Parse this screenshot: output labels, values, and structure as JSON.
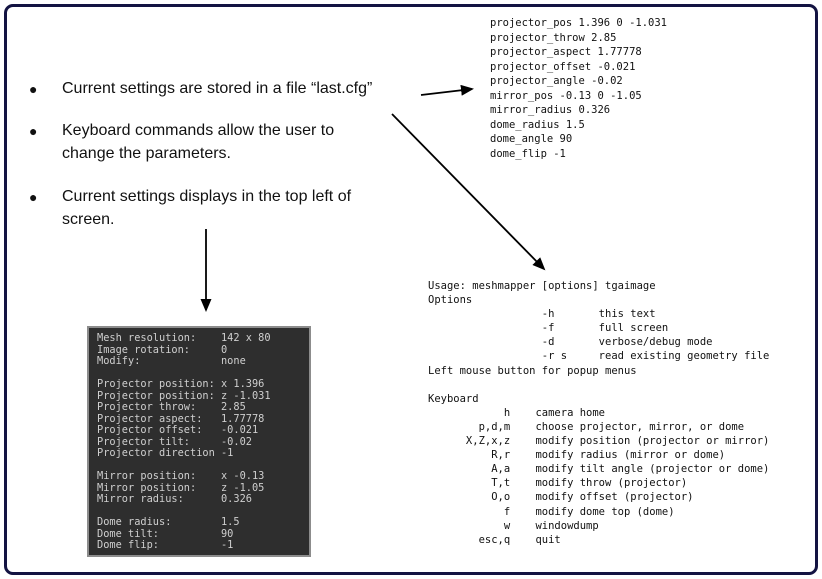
{
  "frame": {
    "border_color": "#131342"
  },
  "bullets": [
    {
      "marker": "●",
      "lines": [
        "Current settings are stored in a file “last.cfg”"
      ]
    },
    {
      "marker": "●",
      "lines": [
        "Keyboard commands allow the user to",
        "change the parameters."
      ]
    },
    {
      "marker": "●",
      "lines": [
        "Current settings displays in the top left of",
        "screen."
      ]
    }
  ],
  "config_file": {
    "lines": [
      "projector_pos 1.396 0 -1.031",
      "projector_throw 2.85",
      "projector_aspect 1.77778",
      "projector_offset -0.021",
      "projector_angle -0.02",
      "mirror_pos -0.13 0 -1.05",
      "mirror_radius 0.326",
      "dome_radius 1.5",
      "dome_angle 90",
      "dome_flip -1"
    ]
  },
  "usage_help": {
    "lines": [
      "Usage: meshmapper [options] tgaimage",
      "Options",
      "                  -h       this text",
      "                  -f       full screen",
      "                  -d       verbose/debug mode",
      "                  -r s     read existing geometry file",
      "Left mouse button for popup menus",
      "",
      "Keyboard",
      "            h    camera home",
      "        p,d,m    choose projector, mirror, or dome",
      "      X,Z,x,z    modify position (projector or mirror)",
      "          R,r    modify radius (mirror or dome)",
      "          A,a    modify tilt angle (projector or dome)",
      "          T,t    modify throw (projector)",
      "          O,o    modify offset (projector)",
      "            f    modify dome top (dome)",
      "            w    windowdump",
      "        esc,q    quit"
    ]
  },
  "settings_display": {
    "background": "#2e2e2e",
    "text_color": "#cfcfcf",
    "lines": [
      "Mesh resolution:    142 x 80",
      "Image rotation:     0",
      "Modify:             none",
      "",
      "Projector position: x 1.396",
      "Projector position: z -1.031",
      "Projector throw:    2.85",
      "Projector aspect:   1.77778",
      "Projector offset:   -0.021",
      "Projector tilt:     -0.02",
      "Projector direction -1",
      "",
      "Mirror position:    x -0.13",
      "Mirror position:    z -1.05",
      "Mirror radius:      0.326",
      "",
      "Dome radius:        1.5",
      "Dome tilt:          90",
      "Dome flip:          -1"
    ]
  }
}
